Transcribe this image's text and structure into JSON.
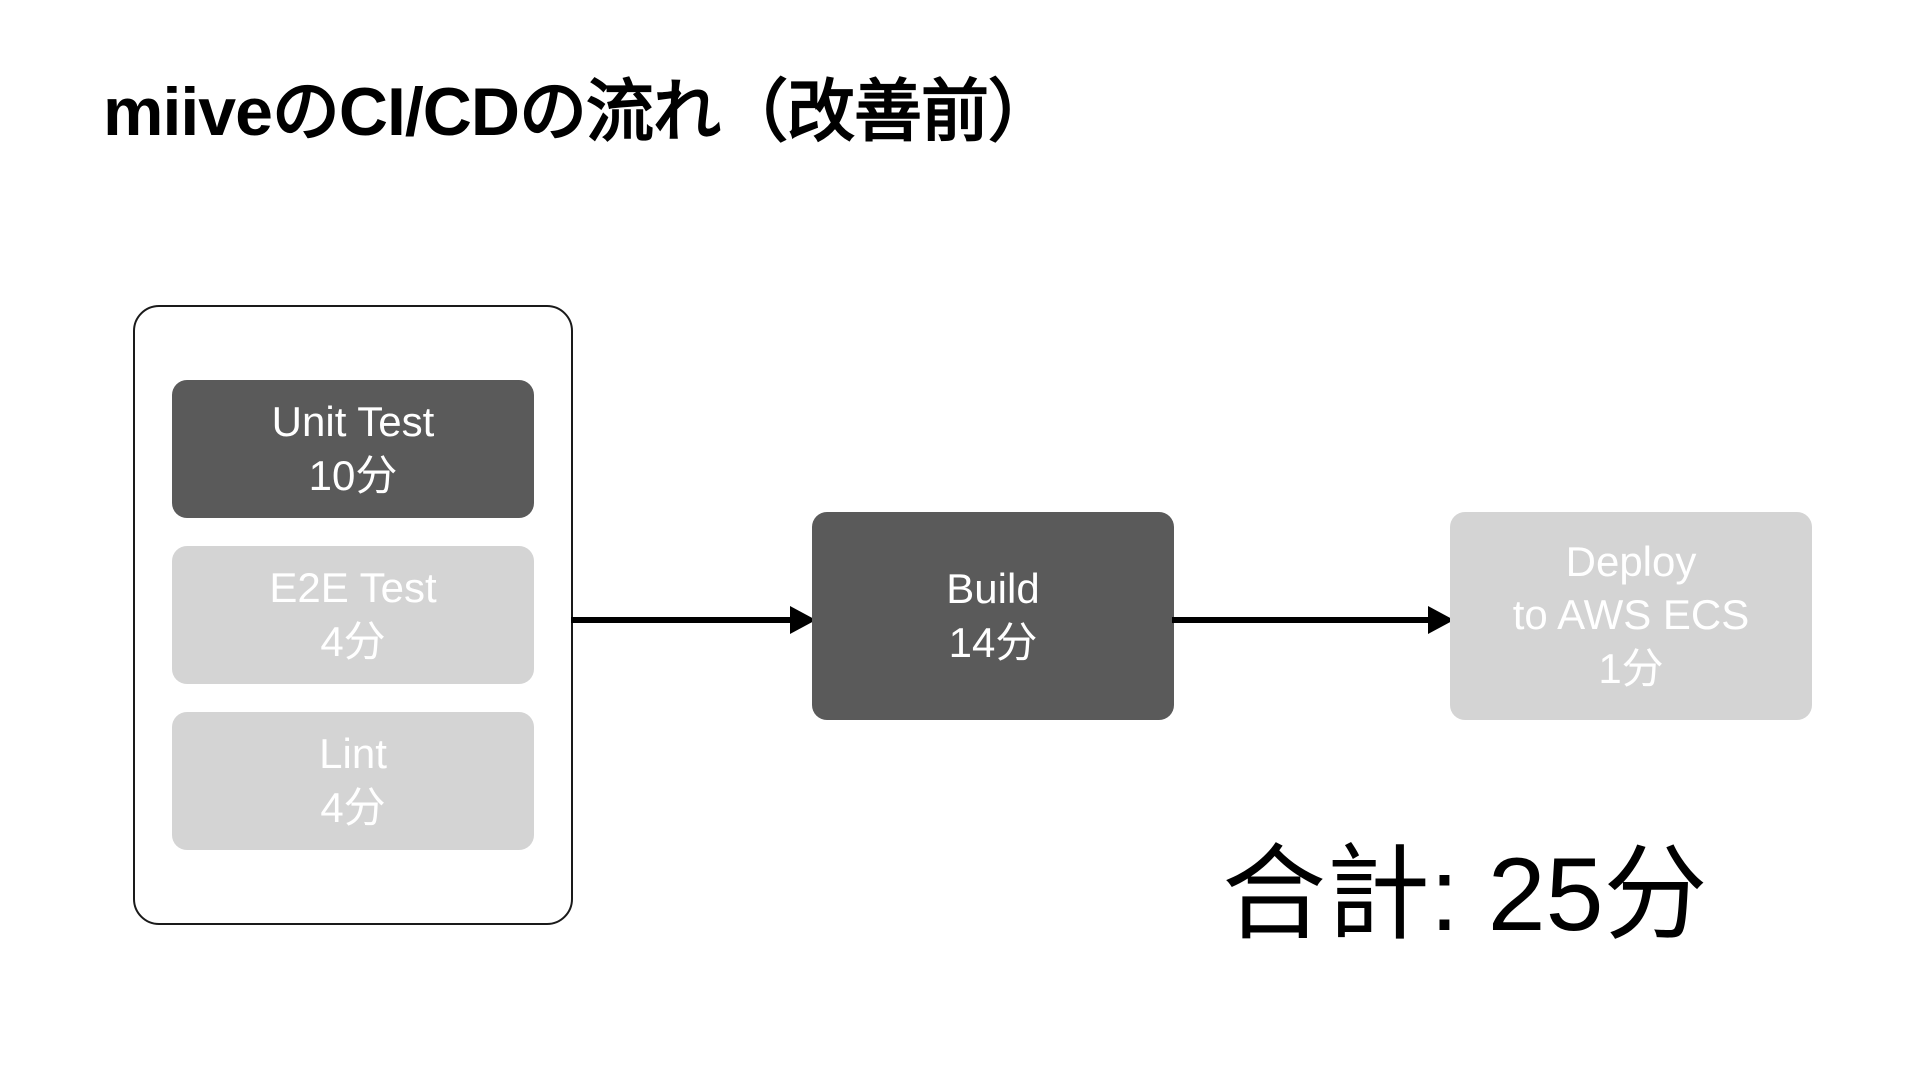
{
  "slide": {
    "title": "miiveのCI/CDの流れ（改善前）",
    "background_color": "#ffffff"
  },
  "colors": {
    "box_dark": "#5a5a5a",
    "box_light": "#d4d4d4",
    "box_text": "#ffffff",
    "outline": "#1a1a1a",
    "arrow": "#000000",
    "title_text": "#000000"
  },
  "pipeline": {
    "parallel_group": {
      "name": "ci-test-group",
      "jobs": [
        {
          "label": "Unit Test",
          "duration": "10分",
          "minutes": 10,
          "state": "dark"
        },
        {
          "label": "E2E Test",
          "duration": "4分",
          "minutes": 4,
          "state": "light"
        },
        {
          "label": "Lint",
          "duration": "4分",
          "minutes": 4,
          "state": "light"
        }
      ]
    },
    "build": {
      "label": "Build",
      "duration": "14分",
      "minutes": 14,
      "state": "dark"
    },
    "deploy": {
      "label_line1": "Deploy",
      "label_line2": "to AWS ECS",
      "duration": "1分",
      "minutes": 1,
      "state": "light"
    }
  },
  "summary": {
    "total_label": "合計: 25分",
    "total_minutes": 25
  }
}
